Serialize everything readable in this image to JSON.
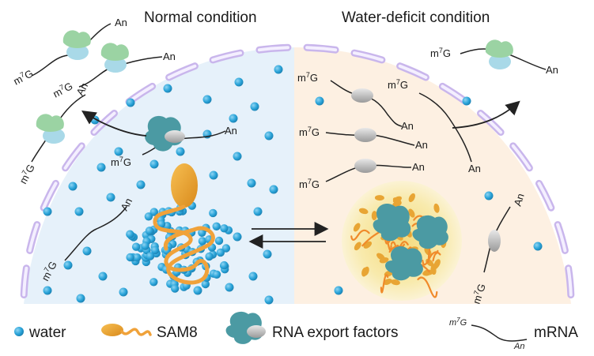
{
  "titles": {
    "left": "Normal condition",
    "right": "Water-deficit condition"
  },
  "rna_labels": {
    "cap_base": "m",
    "cap_sup": "7",
    "cap_end": "G",
    "tail": "An"
  },
  "legend": {
    "water": "water",
    "sam8": "SAM8",
    "export": "RNA export factors",
    "mrna": "mRNA"
  },
  "colors": {
    "water": "#2aa4d9",
    "sam8": "#f0a23a",
    "export_factor": "#4b9aa3",
    "membrane": "#c9b6ec",
    "left_bg": "#e6f1fa",
    "right_bg": "#fdf0e2",
    "condensate": "#f7eaa0"
  }
}
